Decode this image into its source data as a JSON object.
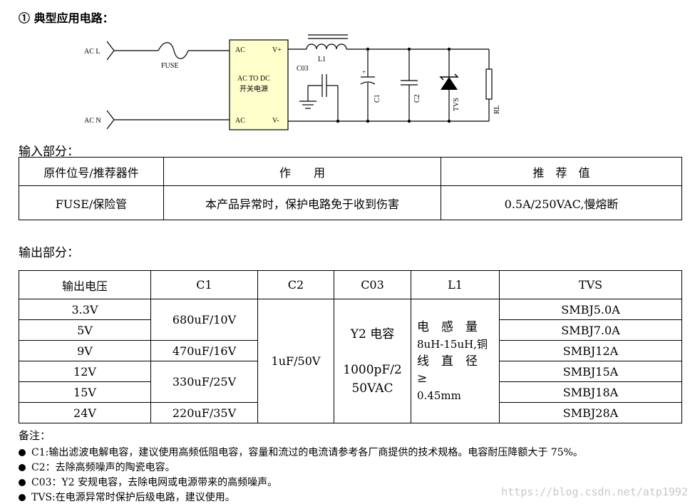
{
  "header": {
    "title": "①  典型应用电路："
  },
  "circuit": {
    "ac_l": "AC L",
    "ac_n": "AC N",
    "fuse": "FUSE",
    "module_ac_top": "AC",
    "module_ac_bottom": "AC",
    "module_vplus": "V+",
    "module_vminus": "V-",
    "module_name_line1": "AC TO DC",
    "module_name_line2": "开关电源",
    "l1": "L1",
    "c03": "C03",
    "c1": "C1",
    "c2": "C2",
    "tvs": "TVS",
    "rl": "RL"
  },
  "input_section": {
    "title": "输入部分：",
    "headers": [
      "原件位号/推荐器件",
      "作　　用",
      "推　荐　值"
    ],
    "row": [
      "FUSE/保险管",
      "本产品异常时，保护电路免于收到伤害",
      "0.5A/250VAC,慢熔断"
    ]
  },
  "output_section": {
    "title": "输出部分：",
    "headers": [
      "输出电压",
      "C1",
      "C2",
      "C03",
      "L1",
      "TVS"
    ],
    "voltages": [
      "3.3V",
      "5V",
      "9V",
      "12V",
      "15V",
      "24V"
    ],
    "c1": [
      "680uF/10V",
      "470uF/16V",
      "330uF/25V",
      "220uF/35V"
    ],
    "c2": "1uF/50V",
    "c03_line1": "Y2 电容",
    "c03_line2": "1000pF/2",
    "c03_line3": "50VAC",
    "l1_line1": "电　感　量",
    "l1_line2": "8uH-15uH,铜",
    "l1_line3": "线　直　径　≥",
    "l1_line4": "0.45mm",
    "tvs": [
      "SMBJ5.0A",
      "SMBJ7.0A",
      "SMBJ12A",
      "SMBJ15A",
      "SMBJ18A",
      "SMBJ28A"
    ]
  },
  "notes": {
    "title": "备注：",
    "items": [
      "C1:输出滤波电解电容，建议使用高频低阻电容，容量和流过的电流请参考各厂商提供的技术规格。电容耐压降额大于 75%。",
      "C2：去除高频噪声的陶瓷电容。",
      "C03：Y2 安规电容，去除电网或电源带来的高频噪声。",
      "TVS:在电源异常时保护后级电路，建议使用。"
    ]
  },
  "watermark": "https://blog.csdn.net/atp1992"
}
